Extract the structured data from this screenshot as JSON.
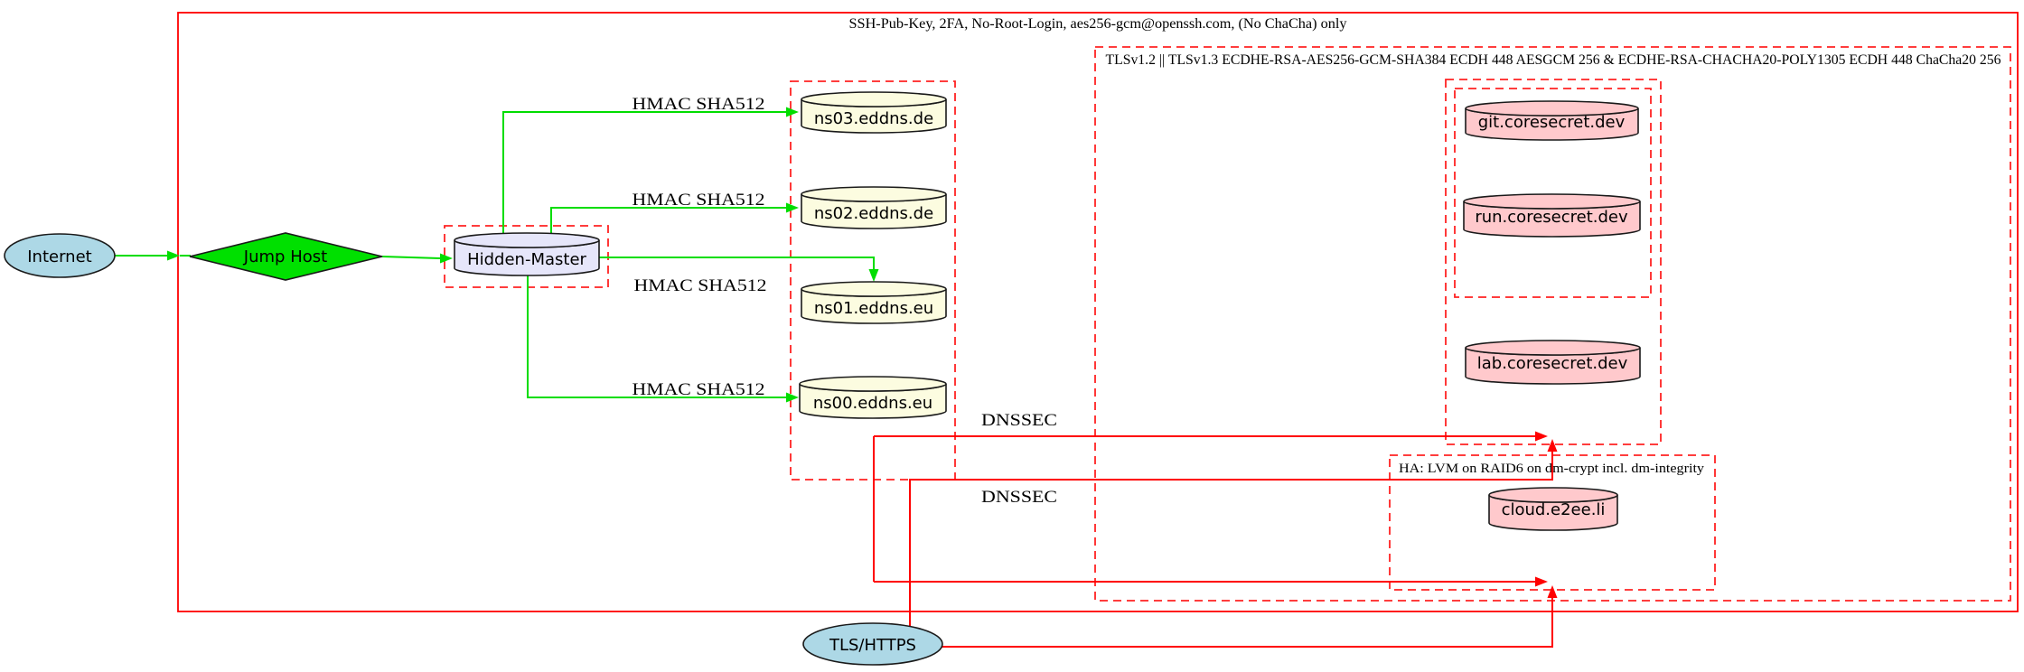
{
  "clusters": {
    "ssh": {
      "label": "SSH-Pub-Key, 2FA, No-Root-Login, aes256-gcm@openssh.com, (No ChaCha) only"
    },
    "tls": {
      "label": "TLSv1.2 || TLSv1.3 ECDHE-RSA-AES256-GCM-SHA384 ECDH 448 AESGCM 256 & ECDHE-RSA-CHACHA20-POLY1305 ECDH 448 ChaCha20 256"
    },
    "ha": {
      "label": "HA: LVM on RAID6 on dm-crypt incl. dm-integrity"
    }
  },
  "nodes": {
    "internet": {
      "label": "Internet",
      "shape": "ellipse"
    },
    "jump_host": {
      "label": "Jump Host",
      "shape": "diamond"
    },
    "hidden_master": {
      "label": "Hidden-Master",
      "shape": "cylinder"
    },
    "ns03": {
      "label": "ns03.eddns.de",
      "shape": "cylinder"
    },
    "ns02": {
      "label": "ns02.eddns.de",
      "shape": "cylinder"
    },
    "ns01": {
      "label": "ns01.eddns.eu",
      "shape": "cylinder"
    },
    "ns00": {
      "label": "ns00.eddns.eu",
      "shape": "cylinder"
    },
    "git": {
      "label": "git.coresecret.dev",
      "shape": "cylinder"
    },
    "run": {
      "label": "run.coresecret.dev",
      "shape": "cylinder"
    },
    "lab": {
      "label": "lab.coresecret.dev",
      "shape": "cylinder"
    },
    "cloud": {
      "label": "cloud.e2ee.li",
      "shape": "cylinder"
    },
    "tls_https": {
      "label": "TLS/HTTPS",
      "shape": "ellipse"
    }
  },
  "edge_labels": {
    "hmac_ns03": "HMAC SHA512",
    "hmac_ns02": "HMAC SHA512",
    "hmac_ns01": "HMAC SHA512",
    "hmac_ns00": "HMAC SHA512",
    "dnssec_upper": "DNSSEC",
    "dnssec_lower": "DNSSEC"
  },
  "colors": {
    "cluster_dashed_border": "#ff2222",
    "cluster_solid_border": "#ff0000",
    "edge_green": "#00dd00",
    "edge_red": "#ff0000",
    "node_blue": "#add8e6",
    "node_green": "#00e000",
    "node_lavender": "#e6e6fa",
    "node_yellow": "#fcfce0",
    "node_pink": "#ffc9cc",
    "text": "#000000"
  }
}
